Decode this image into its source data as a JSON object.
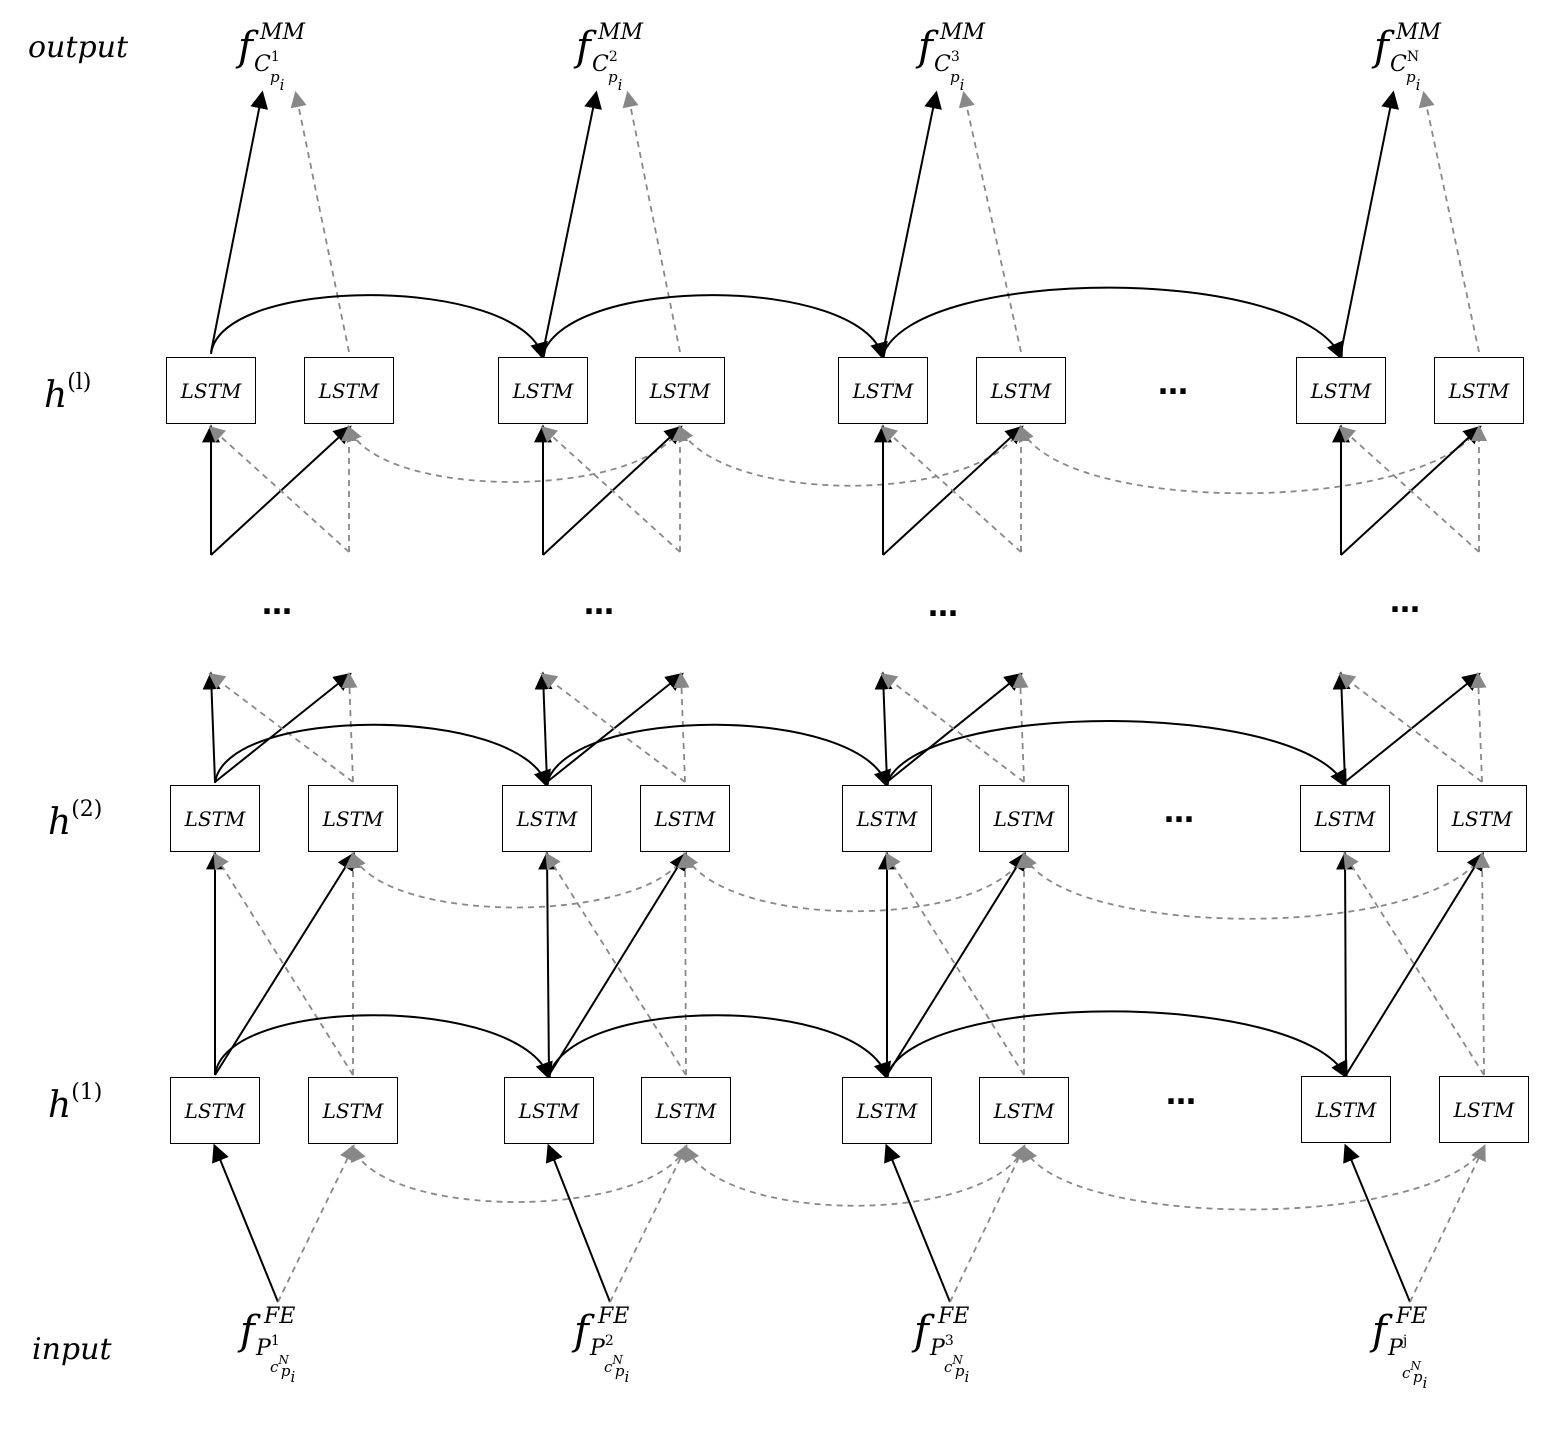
{
  "labels": {
    "output": "output",
    "input": "input",
    "layer_top": {
      "base": "h",
      "sup": "(l)"
    },
    "layer_2": {
      "base": "h",
      "sup": "(2)"
    },
    "layer_1": {
      "base": "h",
      "sup": "(1)"
    }
  },
  "cell_label": "LSTM",
  "ellipsis": "…",
  "outputs": [
    {
      "f": "f",
      "sup": "MM",
      "sub": "C",
      "sub_tag": "1",
      "subsub": "p",
      "subsub_i": "i"
    },
    {
      "f": "f",
      "sup": "MM",
      "sub": "C",
      "sub_tag": "2",
      "subsub": "p",
      "subsub_i": "i"
    },
    {
      "f": "f",
      "sup": "MM",
      "sub": "C",
      "sub_tag": "3",
      "subsub": "p",
      "subsub_i": "i"
    },
    {
      "f": "f",
      "sup": "MM",
      "sub": "C",
      "sub_tag": "N",
      "subsub": "p",
      "subsub_i": "i"
    }
  ],
  "inputs": [
    {
      "f": "f",
      "sup": "FE",
      "sub": "P",
      "sub_tag": "1",
      "subsub": "c",
      "subsub_tag": "N",
      "subsub2": "p",
      "subsub2_i": "i"
    },
    {
      "f": "f",
      "sup": "FE",
      "sub": "P",
      "sub_tag": "2",
      "subsub": "c",
      "subsub_tag": "N",
      "subsub2": "p",
      "subsub2_i": "i"
    },
    {
      "f": "f",
      "sup": "FE",
      "sub": "P",
      "sub_tag": "3",
      "subsub": "c",
      "subsub_tag": "N",
      "subsub2": "p",
      "subsub2_i": "i"
    },
    {
      "f": "f",
      "sup": "FE",
      "sub": "P",
      "sub_tag": "j",
      "subsub": "c",
      "subsub_tag": "N",
      "subsub2": "p",
      "subsub2_i": "i"
    }
  ],
  "colors": {
    "forward": "#000000",
    "backward": "#888888"
  }
}
